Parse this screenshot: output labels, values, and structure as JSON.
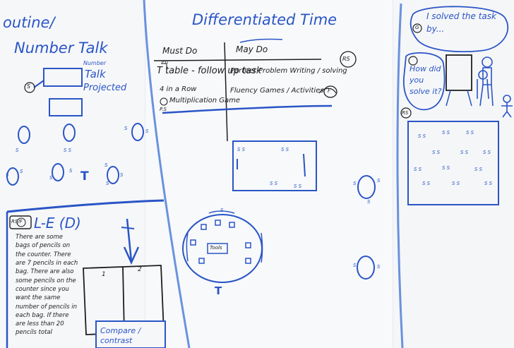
{
  "left_panel": {
    "title_line1": "outine/",
    "title_line2": "Number Talk",
    "number_label": "Number",
    "talk_label": "Talk",
    "projected_label": "Projected",
    "s_label": "S",
    "t_label": "T"
  },
  "lower_left": {
    "badge": "RS/F",
    "title": "L-E (D)",
    "problem_text": "There are some bags of pencils on the counter. There are 7 pencils in each bag. There are also some pencils on the counter since you want the same number of pencils in each bag. If there are less than 20 pencils total",
    "box_label_1": "1",
    "box_label_2": "2",
    "compare_label": "Compare / contrast"
  },
  "center_panel": {
    "title": "Differentiated Time",
    "must_do_header": "Must Do",
    "may_do_header": "May Do",
    "must_do_items": [
      "T table - follow up task",
      "4 in a Row",
      "Multiplication Game"
    ],
    "may_do_items": [
      "Partner Problem Writing / solving",
      "Fluency Games / Activities"
    ],
    "rs_badge": "RS",
    "f_badge": "F",
    "pg_label": "P.G",
    "pf_label": "P.S",
    "tools_label": "Tools",
    "t_label": "T",
    "s_label": "S"
  },
  "right_panel": {
    "speech_bubble": "I solved the task by...",
    "question_bubble": "How did you solve it?",
    "badge_1": "G",
    "badge_rs": "RS"
  },
  "colors": {
    "marker_blue": "#2a55c6",
    "marker_black": "#1e1e1e",
    "board": "#f7f8fa"
  }
}
